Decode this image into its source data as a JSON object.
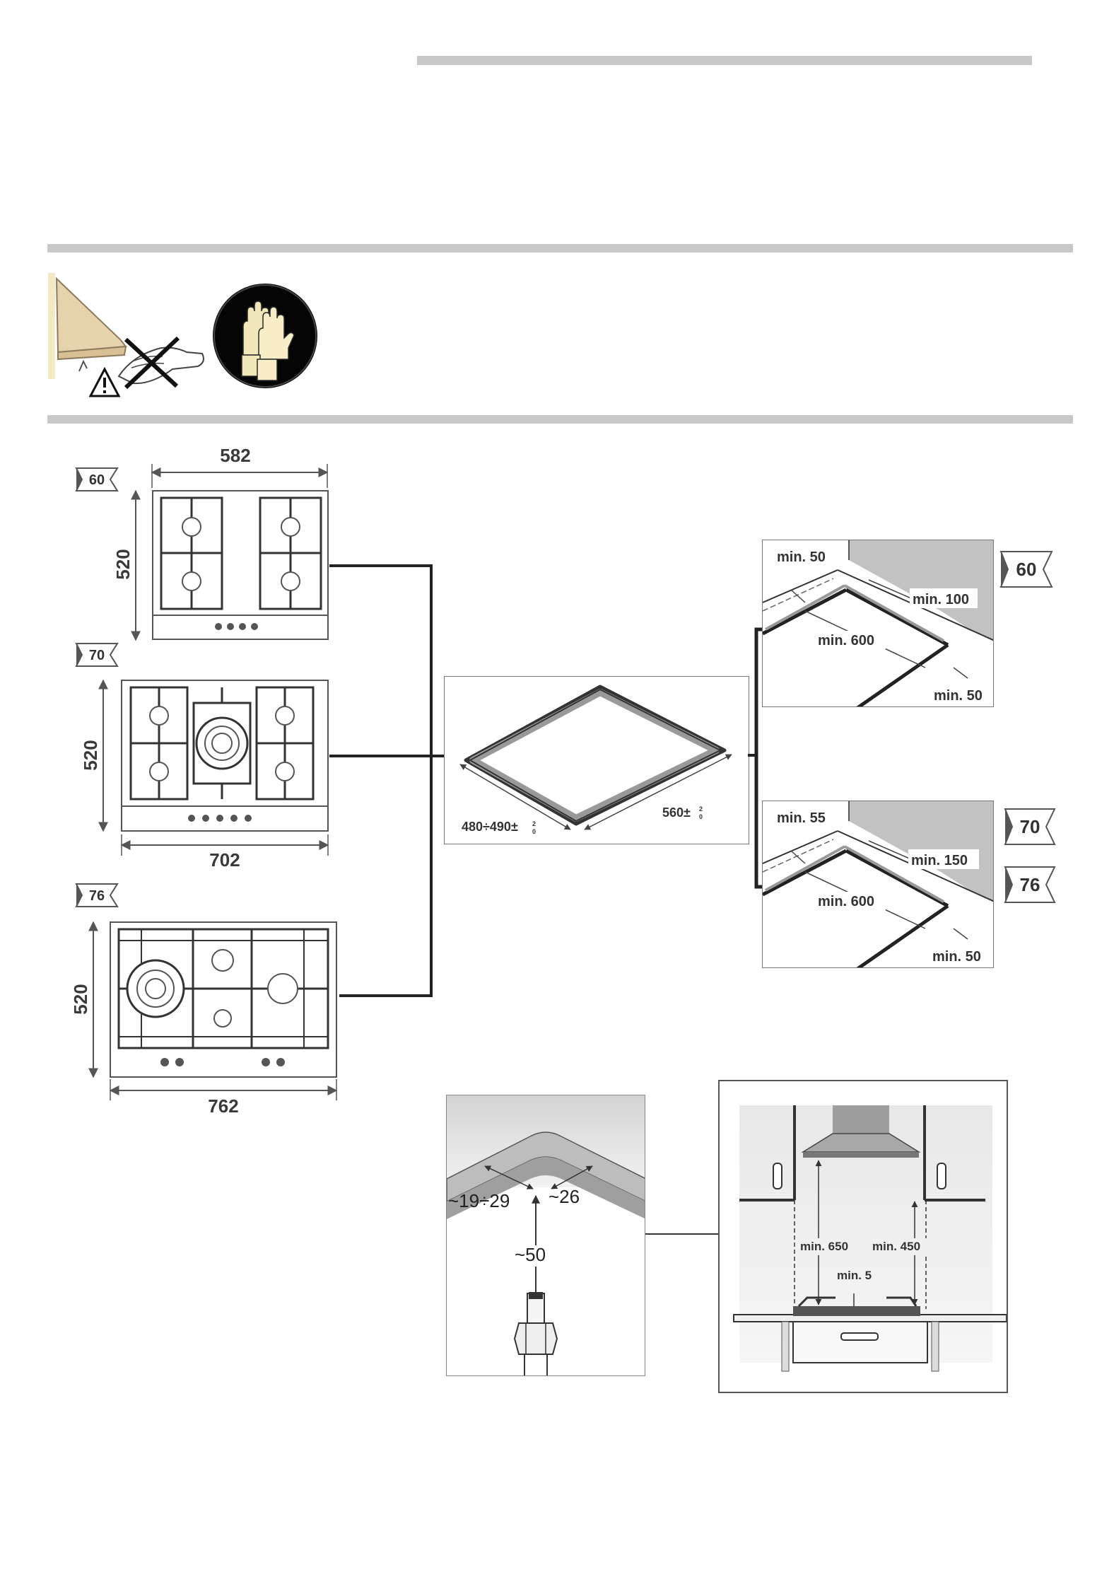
{
  "safety": {
    "icons": [
      "warning-triangle-icon",
      "gloves-icon",
      "cross-icon"
    ]
  },
  "hobs": {
    "h60": {
      "tag": "60",
      "width": "582",
      "depth": "520"
    },
    "h70": {
      "tag": "70",
      "width": "702",
      "depth": "520"
    },
    "h76": {
      "tag": "76",
      "width": "762",
      "depth": "520"
    }
  },
  "cutout": {
    "depth": "480÷490±",
    "depth_tol_top": "2",
    "depth_tol_bottom": "0",
    "width": "560±",
    "width_tol_top": "2",
    "width_tol_bottom": "0"
  },
  "clearance60": {
    "tag": "60",
    "back": "min. 50",
    "side_wall": "min. 100",
    "front": "min. 600",
    "edge": "min. 50"
  },
  "clearance7076": {
    "tag1": "70",
    "tag2": "76",
    "back": "min. 55",
    "side_wall": "min. 150",
    "front": "min. 600",
    "edge": "min. 50"
  },
  "pipe": {
    "a": "~19÷29",
    "b": "~26",
    "c": "~50"
  },
  "hood": {
    "hood_height": "min. 650",
    "cabinet_height": "min. 450",
    "gap": "min. 5"
  }
}
